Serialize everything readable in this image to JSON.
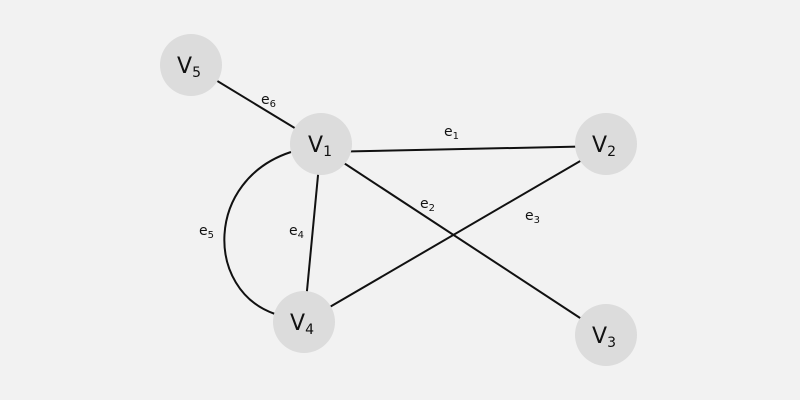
{
  "vertices": [
    {
      "id": "V1",
      "letter": "V",
      "sub": "1"
    },
    {
      "id": "V2",
      "letter": "V",
      "sub": "2"
    },
    {
      "id": "V3",
      "letter": "V",
      "sub": "3"
    },
    {
      "id": "V4",
      "letter": "V",
      "sub": "4"
    },
    {
      "id": "V5",
      "letter": "V",
      "sub": "5"
    }
  ],
  "edges": [
    {
      "id": "e1",
      "letter": "e",
      "sub": "1",
      "from": "V1",
      "to": "V2"
    },
    {
      "id": "e2",
      "letter": "e",
      "sub": "2",
      "from": "V1",
      "to": "V3"
    },
    {
      "id": "e3",
      "letter": "e",
      "sub": "3",
      "from": "V4",
      "to": "V2"
    },
    {
      "id": "e4",
      "letter": "e",
      "sub": "4",
      "from": "V1",
      "to": "V4"
    },
    {
      "id": "e5",
      "letter": "e",
      "sub": "5",
      "from": "V1",
      "to": "V4"
    },
    {
      "id": "e6",
      "letter": "e",
      "sub": "6",
      "from": "V5",
      "to": "V1"
    }
  ],
  "colors": {
    "background": "#f2f2f2",
    "node": "#dcdcdc",
    "edge": "#111111"
  }
}
